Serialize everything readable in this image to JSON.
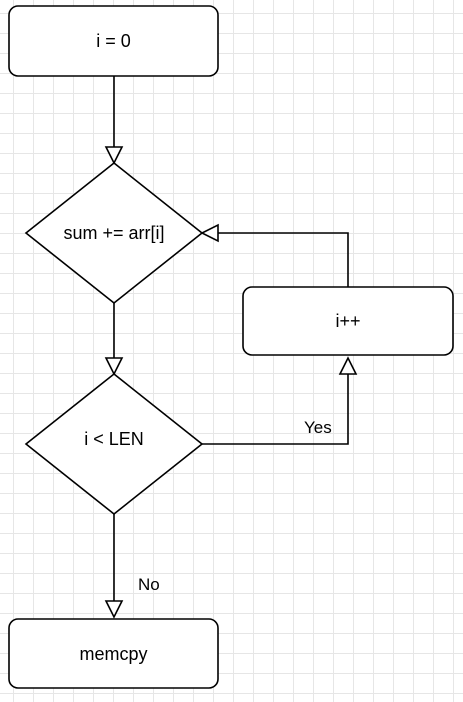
{
  "diagram": {
    "nodes": {
      "init": {
        "label": "i = 0"
      },
      "sum": {
        "label": "sum += arr[i]"
      },
      "increment": {
        "label": "i++"
      },
      "compare": {
        "label": "i < LEN"
      },
      "end": {
        "label": "memcpy"
      }
    },
    "edges": {
      "yes": {
        "label": "Yes"
      },
      "no": {
        "label": "No"
      }
    }
  }
}
